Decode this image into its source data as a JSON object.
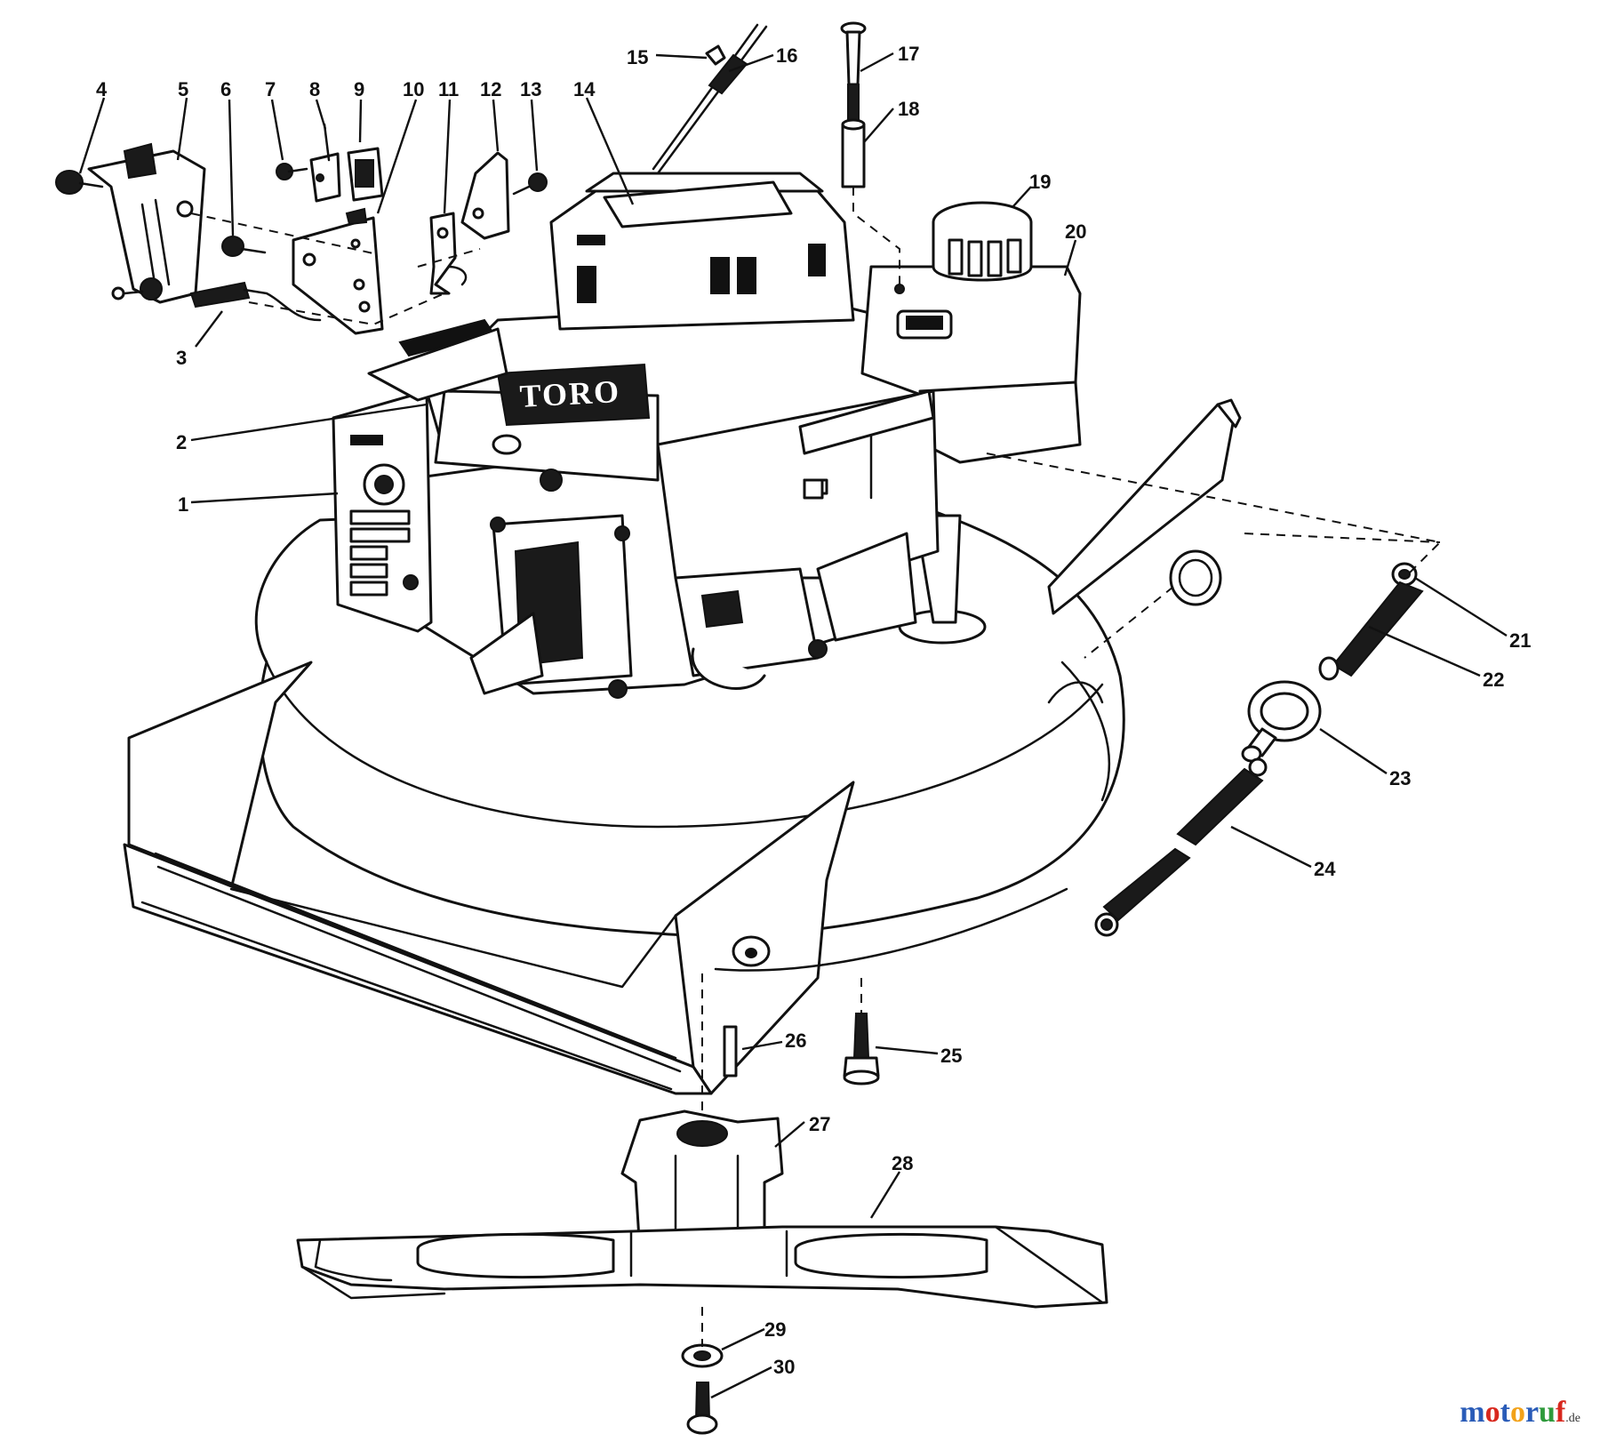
{
  "diagram": {
    "callouts": [
      "1",
      "2",
      "3",
      "4",
      "5",
      "6",
      "7",
      "8",
      "9",
      "10",
      "11",
      "12",
      "13",
      "14",
      "15",
      "16",
      "17",
      "18",
      "19",
      "20",
      "21",
      "22",
      "23",
      "24",
      "25",
      "26",
      "27",
      "28",
      "29",
      "30"
    ],
    "engine_logo": "TORO"
  },
  "watermark": {
    "text": "motoruf",
    "suffix": ".de",
    "colors": [
      "#2a5cb8",
      "#d8281e",
      "#2a5cb8",
      "#f2a21a",
      "#2a5cb8",
      "#2e9a3b",
      "#d8281e"
    ]
  }
}
